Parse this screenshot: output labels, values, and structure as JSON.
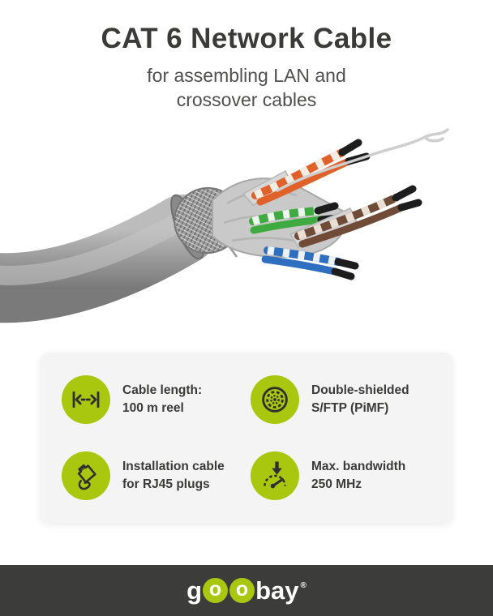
{
  "header": {
    "title": "CAT 6 Network Cable",
    "subtitle_line1": "for assembling LAN and",
    "subtitle_line2": "crossover cables"
  },
  "product_image": {
    "description": "grey CAT 6 cable cut open showing braided shield, foil and twisted wire pairs",
    "wire_colors": [
      "#e0622a",
      "#3faa3f",
      "#6f4b38",
      "#2f6fc0",
      "#cfcfcf"
    ]
  },
  "features": {
    "items": [
      {
        "icon": "cable-length-icon",
        "line1": "Cable length:",
        "line2": "100 m reel"
      },
      {
        "icon": "double-shielded-icon",
        "line1": "Double-shielded",
        "line2": "S/FTP (PiMF)"
      },
      {
        "icon": "rj45-plug-icon",
        "line1": "Installation cable",
        "line2": "for RJ45 plugs"
      },
      {
        "icon": "bandwidth-icon",
        "line1": "Max. bandwidth",
        "line2": "250 MHz"
      }
    ]
  },
  "footer": {
    "logo": {
      "g": "g",
      "o1": "o",
      "o2": "o",
      "rest": "bay",
      "registered": "®"
    }
  },
  "colors": {
    "accent_green": "#a9c70f",
    "footer_bg": "#3c3c3b",
    "title_color": "#3a3a39",
    "card_bg": "#f4f4f4"
  }
}
